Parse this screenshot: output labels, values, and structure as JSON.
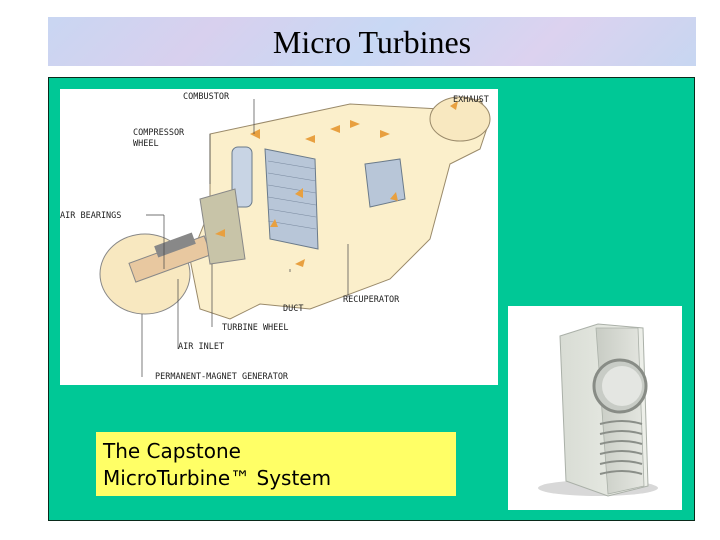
{
  "slide": {
    "title": "Micro Turbines",
    "panel_color": "#00c896",
    "caption": {
      "line1": "The Capstone",
      "line2": "MicroTurbine™ System",
      "background": "#ffff66"
    },
    "diagram": {
      "labels": {
        "combustor": "COMBUSTOR",
        "exhaust": "EXHAUST",
        "compressor_wheel_1": "COMPRESSOR",
        "compressor_wheel_2": "WHEEL",
        "air_bearings": "AIR BEARINGS",
        "recuperator": "RECUPERATOR",
        "duct": "DUCT",
        "turbine_wheel": "TURBINE WHEEL",
        "air_inlet": "AIR INLET",
        "generator": "PERMANENT-MAGNET GENERATOR"
      }
    },
    "product_image": "capstone-microturbine-unit"
  }
}
